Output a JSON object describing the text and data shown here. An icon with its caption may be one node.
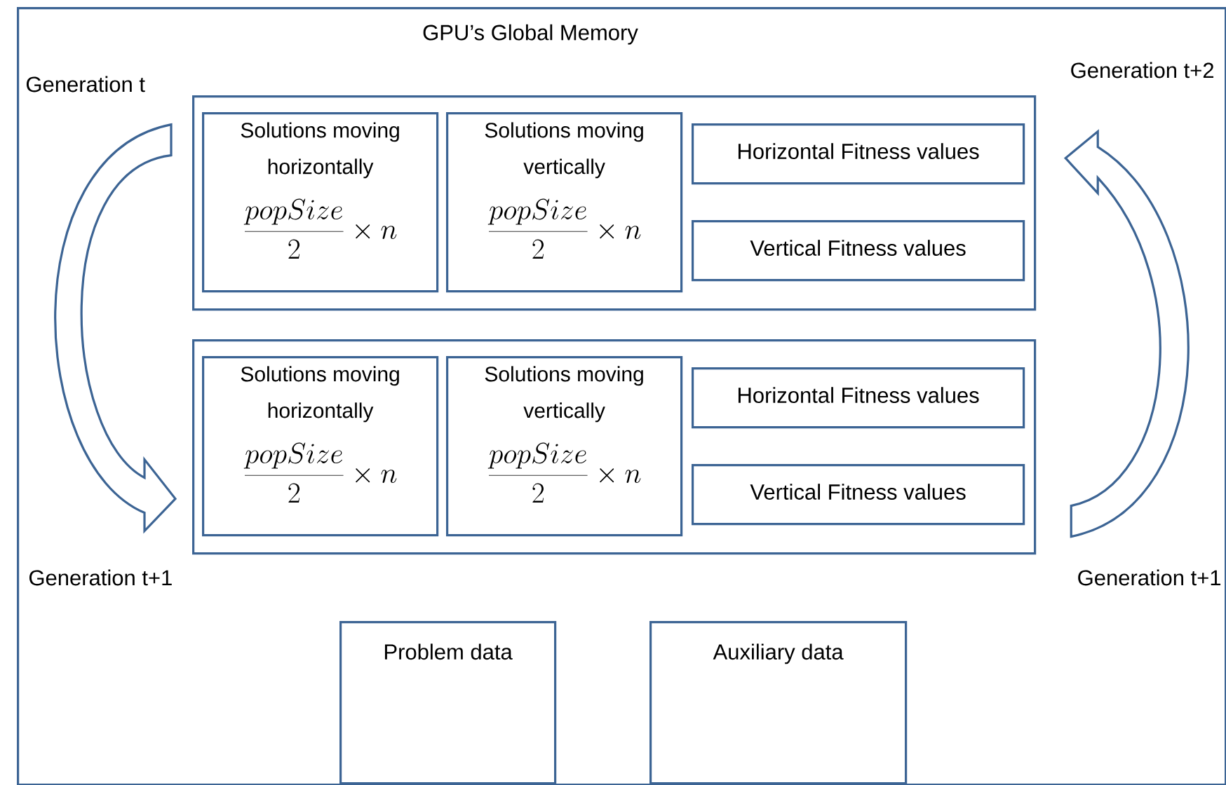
{
  "diagram": {
    "nodes": [
      {
        "text": [
          "GPU’s Global Memory"
        ]
      },
      {
        "text": [],
        "shape": "box",
        "in": 0
      },
      {
        "text": [
          "Solutions moving horizontally",
          "\\frac{popSize}{2}\\times n"
        ],
        "in": 1
      },
      {
        "text": [
          "Solutions moving vertically",
          "\\frac{popSize}{2}\\times n"
        ],
        "in": 1
      },
      {
        "text": [
          "Horizontal Fitness values"
        ],
        "in": 1
      },
      {
        "text": [
          "Vertical Fitness values"
        ],
        "in": 1
      },
      {
        "text": [],
        "shape": "box",
        "in": 0
      },
      {
        "text": [
          "Solutions moving horizontally",
          "\\frac{popSize}{2}\\times n"
        ],
        "in": 6
      },
      {
        "text": [
          "Solutions moving vertically",
          "\\frac{popSize}{2}\\times n"
        ],
        "in": 6
      },
      {
        "text": [
          "Horizontal Fitness values"
        ],
        "in": 6
      },
      {
        "text": [
          "Vertical Fitness values"
        ],
        "in": 6
      },
      {
        "text": [
          "Problem data"
        ],
        "in": 0
      },
      {
        "text": [
          "Auxiliary data"
        ],
        "in": 0
      }
    ],
    "edges": [
      {
        "from": 1,
        "to": 6,
        "arrow": "to"
      },
      {
        "from": 6,
        "to": 1,
        "arrow": "to"
      }
    ],
    "labels": [
      "Generation t",
      "Generation t+2",
      "Generation t+1",
      "Generation t+1"
    ]
  }
}
